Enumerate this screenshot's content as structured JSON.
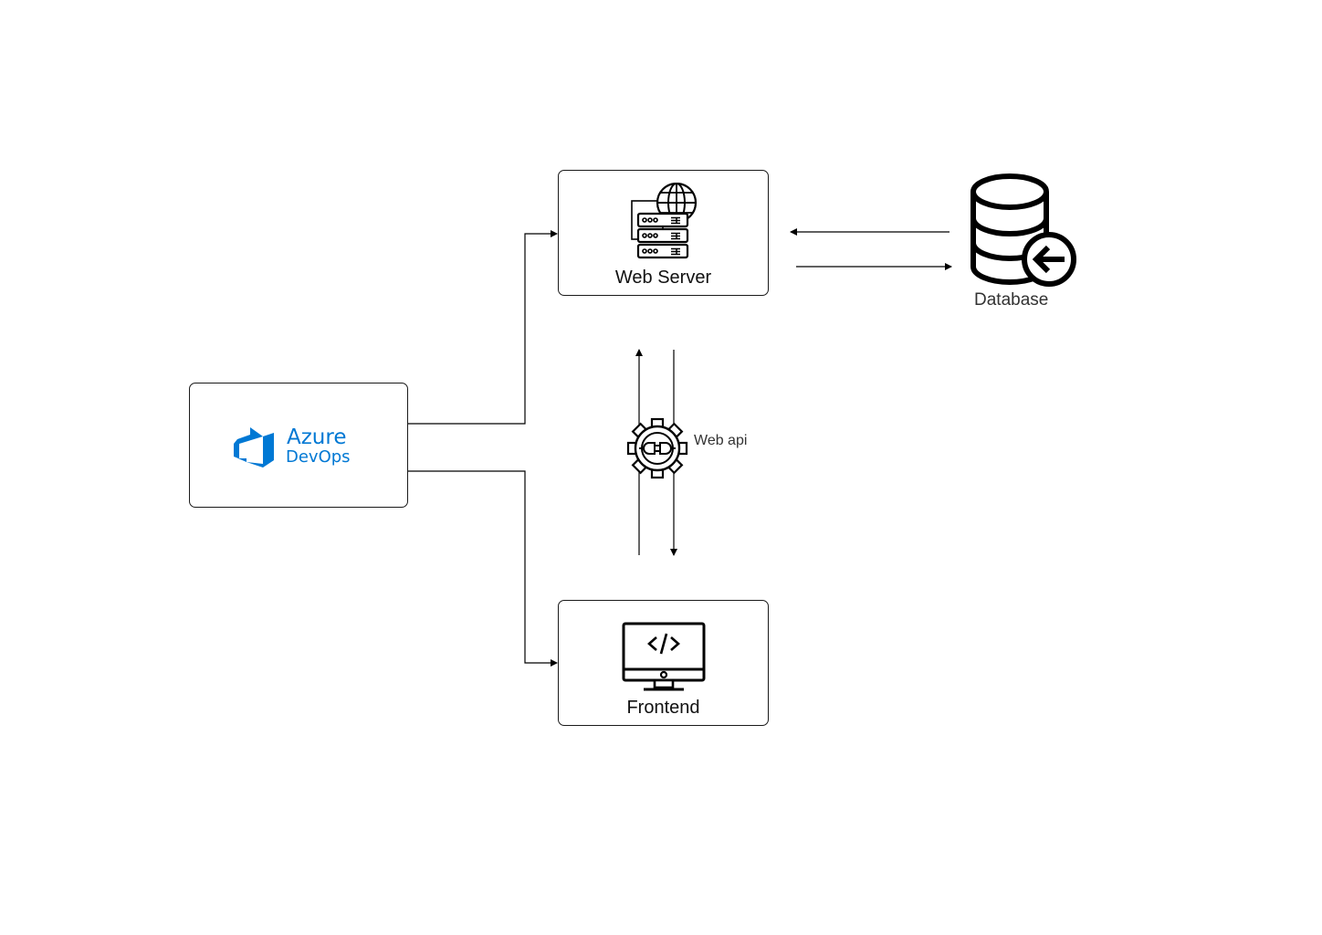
{
  "nodes": {
    "azure_devops": {
      "logo_line1": "Azure",
      "logo_line2": "DevOps",
      "brand_color": "#0078d4",
      "icon": "azure-devops-logo"
    },
    "web_server": {
      "label": "Web Server",
      "icon": "web-server-globe-icon"
    },
    "frontend": {
      "label": "Frontend",
      "icon": "code-monitor-icon"
    },
    "database": {
      "label": "Database",
      "icon": "database-arrow-icon"
    },
    "web_api": {
      "label": "Web api",
      "icon": "gear-plug-icon"
    }
  },
  "edges": [
    {
      "from": "azure_devops",
      "to": "web_server"
    },
    {
      "from": "azure_devops",
      "to": "frontend"
    },
    {
      "from": "database",
      "to": "web_server"
    },
    {
      "from": "web_server",
      "to": "database"
    },
    {
      "from": "frontend",
      "to": "web_server"
    },
    {
      "from": "web_server",
      "to": "frontend"
    }
  ]
}
